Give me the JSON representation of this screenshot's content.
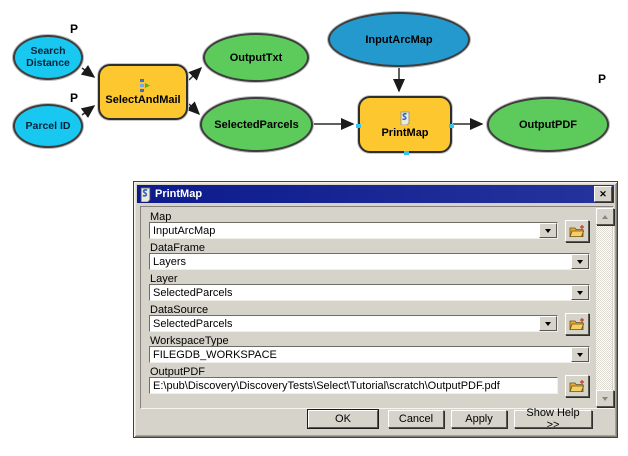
{
  "diagram": {
    "nodes": {
      "search_distance": {
        "label": "Search Distance",
        "badge": "P"
      },
      "parcel_id": {
        "label": "Parcel ID",
        "badge": "P"
      },
      "select_and_mail": {
        "label": "SelectAndMail"
      },
      "output_txt": {
        "label": "OutputTxt"
      },
      "selected_parcels": {
        "label": "SelectedParcels"
      },
      "input_arcmap": {
        "label": "InputArcMap"
      },
      "print_map": {
        "label": "PrintMap"
      },
      "output_pdf": {
        "label": "OutputPDF",
        "badge": "P"
      }
    },
    "colors": {
      "input_parameter_fill": "#18C8F0",
      "input_fill": "#2399CE",
      "output_fill": "#5CCB5C",
      "tool_fill": "#FDC82F"
    }
  },
  "dialog": {
    "title": "PrintMap",
    "close_glyph": "✕",
    "fields": [
      {
        "label": "Map",
        "value": "InputArcMap"
      },
      {
        "label": "DataFrame",
        "value": "Layers"
      },
      {
        "label": "Layer",
        "value": "SelectedParcels"
      },
      {
        "label": "DataSource",
        "value": "SelectedParcels"
      },
      {
        "label": "WorkspaceType",
        "value": "FILEGDB_WORKSPACE"
      },
      {
        "label": "OutputPDF",
        "value": "E:\\pub\\Discovery\\DiscoveryTests\\Select\\Tutorial\\scratch\\OutputPDF.pdf"
      }
    ],
    "buttons": {
      "ok": "OK",
      "cancel": "Cancel",
      "apply": "Apply",
      "help": "Show Help >>"
    }
  }
}
